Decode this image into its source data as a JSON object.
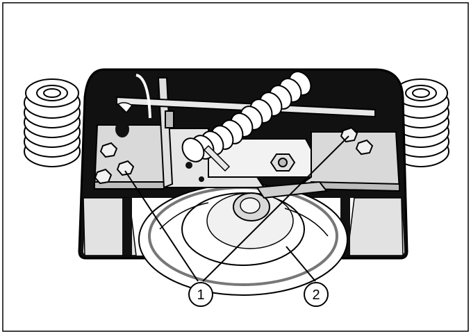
{
  "figure": {
    "callouts": [
      {
        "id": "callout-1",
        "label": "1"
      },
      {
        "id": "callout-2",
        "label": "2"
      }
    ]
  },
  "colors": {
    "ink": "#000000",
    "paper": "#ffffff",
    "shade": "#d9d9d9",
    "dark": "#111111"
  }
}
